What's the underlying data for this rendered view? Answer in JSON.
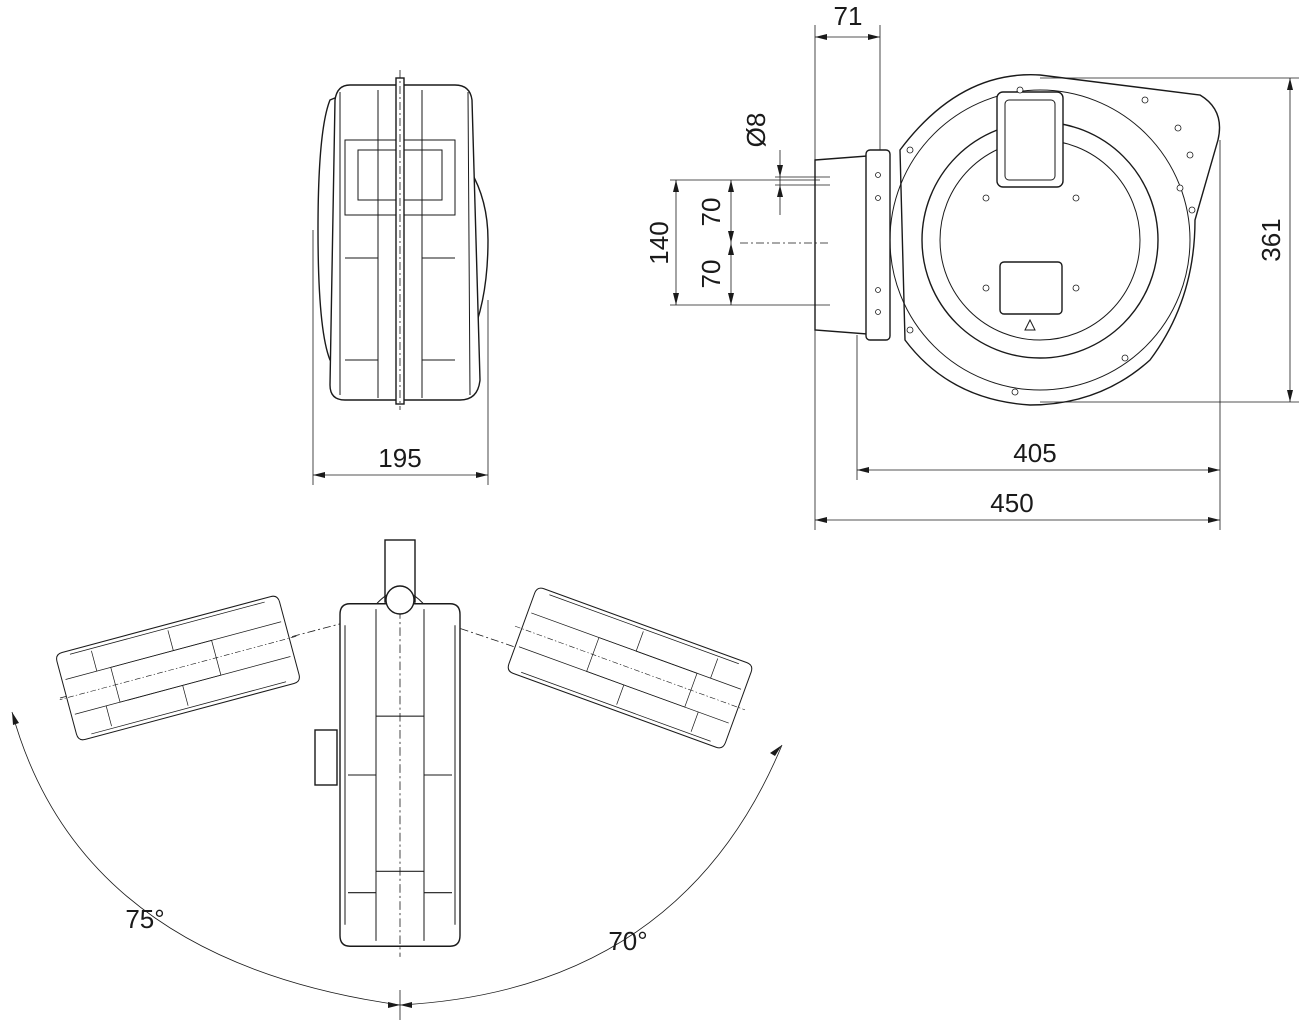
{
  "title": "Hose reel dimensional drawing",
  "dimensions": {
    "bracket_depth": "71",
    "hole_diameter": "Ø8",
    "hole_spacing_total": "140",
    "hole_spacing_upper": "70",
    "hole_spacing_lower": "70",
    "height": "361",
    "body_width": "405",
    "overall_width": "450",
    "depth": "195"
  },
  "angles": {
    "left_swivel": "75°",
    "right_swivel": "70°"
  }
}
